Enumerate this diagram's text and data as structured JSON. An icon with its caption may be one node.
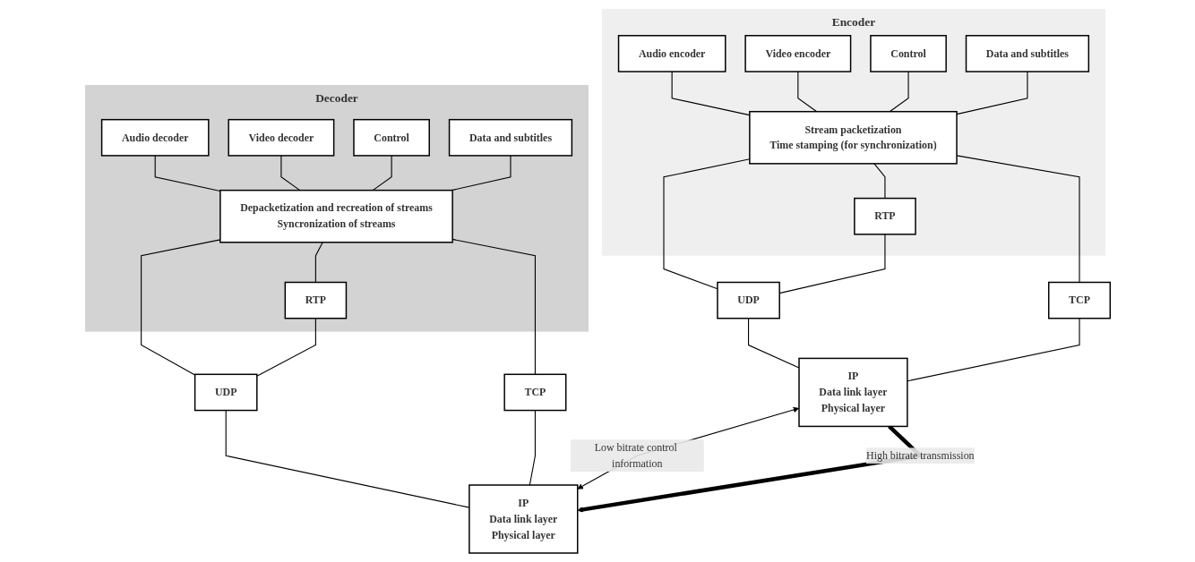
{
  "diagram": {
    "nodes": [
      {
        "text": [
          "Encoder"
        ]
      },
      {
        "text": [
          "Audio encoder"
        ],
        "in": 0
      },
      {
        "text": [
          "Video encoder"
        ],
        "in": 0
      },
      {
        "text": [
          "Control"
        ],
        "in": 0
      },
      {
        "text": [
          "Data and subtitles"
        ],
        "in": 0
      },
      {
        "text": [
          "Stream packetization",
          "Time stamping (for synchronization)"
        ],
        "in": 0
      },
      {
        "text": [
          "RTP"
        ],
        "in": 0
      },
      {
        "text": [
          "Decoder"
        ]
      },
      {
        "text": [
          "Audio decoder"
        ],
        "in": 7
      },
      {
        "text": [
          "Video decoder"
        ],
        "in": 7
      },
      {
        "text": [
          "Control"
        ],
        "in": 7
      },
      {
        "text": [
          "Data and subtitles"
        ],
        "in": 7
      },
      {
        "text": [
          "Depacketization and recreation of streams",
          "Syncronization of streams"
        ],
        "in": 7
      },
      {
        "text": [
          "RTP"
        ],
        "in": 7
      },
      {
        "text": [
          "UDP"
        ]
      },
      {
        "text": [
          "TCP"
        ]
      },
      {
        "text": [
          "UDP"
        ]
      },
      {
        "text": [
          "TCP"
        ]
      },
      {
        "text": [
          "IP",
          "Data link layer",
          "Physical layer"
        ]
      },
      {
        "text": [
          "IP",
          "Data link layer",
          "Physical layer"
        ]
      }
    ],
    "edges": [
      {
        "from": 1,
        "to": 5,
        "arrow": "none"
      },
      {
        "from": 2,
        "to": 5,
        "arrow": "none"
      },
      {
        "from": 3,
        "to": 5,
        "arrow": "none"
      },
      {
        "from": 4,
        "to": 5,
        "arrow": "none"
      },
      {
        "from": 5,
        "to": 6,
        "arrow": "none"
      },
      {
        "from": 5,
        "to": 14,
        "arrow": "none"
      },
      {
        "from": 5,
        "to": 15,
        "arrow": "none"
      },
      {
        "from": 6,
        "to": 14,
        "arrow": "none"
      },
      {
        "from": 14,
        "to": 18,
        "arrow": "none"
      },
      {
        "from": 15,
        "to": 18,
        "arrow": "none"
      },
      {
        "from": 8,
        "to": 12,
        "arrow": "none"
      },
      {
        "from": 9,
        "to": 12,
        "arrow": "none"
      },
      {
        "from": 10,
        "to": 12,
        "arrow": "none"
      },
      {
        "from": 11,
        "to": 12,
        "arrow": "none"
      },
      {
        "from": 12,
        "to": 13,
        "arrow": "none"
      },
      {
        "from": 12,
        "to": 16,
        "arrow": "none"
      },
      {
        "from": 12,
        "to": 17,
        "arrow": "none"
      },
      {
        "from": 13,
        "to": 16,
        "arrow": "none"
      },
      {
        "from": 16,
        "to": 19,
        "arrow": "none"
      },
      {
        "from": 17,
        "to": 19,
        "arrow": "none"
      },
      {
        "from": 18,
        "to": 19,
        "label": "Low bitrate control information",
        "arrow": "both"
      },
      {
        "from": 18,
        "to": 19,
        "label": "High bitrate transmission",
        "arrow": "to",
        "style": "thick"
      }
    ]
  }
}
